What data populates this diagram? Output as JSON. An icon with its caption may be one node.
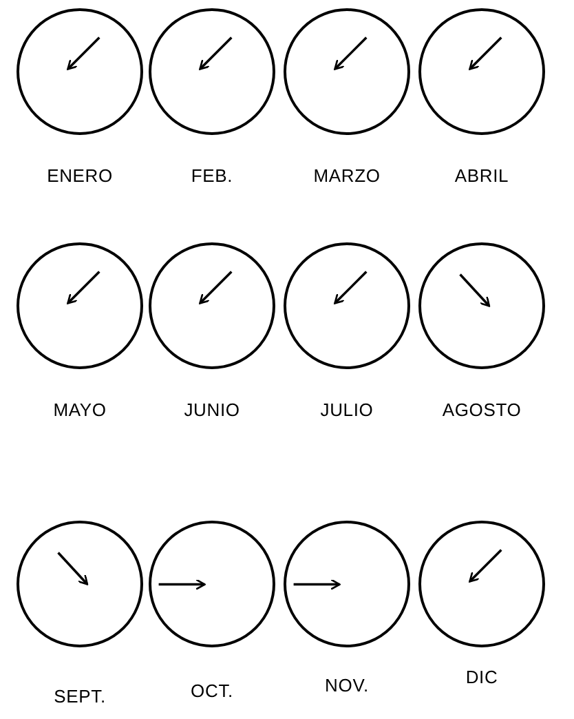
{
  "diagram": {
    "nodes": [
      {
        "text": [],
        "shape": "circle",
        "beside": [
          "ENERO"
        ]
      },
      {
        "text": [],
        "shape": "circle",
        "beside": [
          "FEB."
        ]
      },
      {
        "text": [],
        "shape": "circle",
        "beside": [
          "MARZO"
        ]
      },
      {
        "text": [],
        "shape": "circle",
        "beside": [
          "ABRIL"
        ]
      },
      {
        "text": [],
        "shape": "circle",
        "beside": [
          "MAYO"
        ]
      },
      {
        "text": [],
        "shape": "circle",
        "beside": [
          "JUNIO"
        ]
      },
      {
        "text": [],
        "shape": "circle",
        "beside": [
          "JULIO"
        ]
      },
      {
        "text": [],
        "shape": "circle",
        "beside": [
          "AGOSTO"
        ]
      },
      {
        "text": [],
        "shape": "circle",
        "beside": [
          "SEPT."
        ]
      },
      {
        "text": [],
        "shape": "circle",
        "beside": [
          "OCT."
        ]
      },
      {
        "text": [],
        "shape": "circle",
        "beside": [
          "NOV."
        ]
      },
      {
        "text": [],
        "shape": "circle",
        "beside": [
          "DIC"
        ]
      }
    ]
  }
}
